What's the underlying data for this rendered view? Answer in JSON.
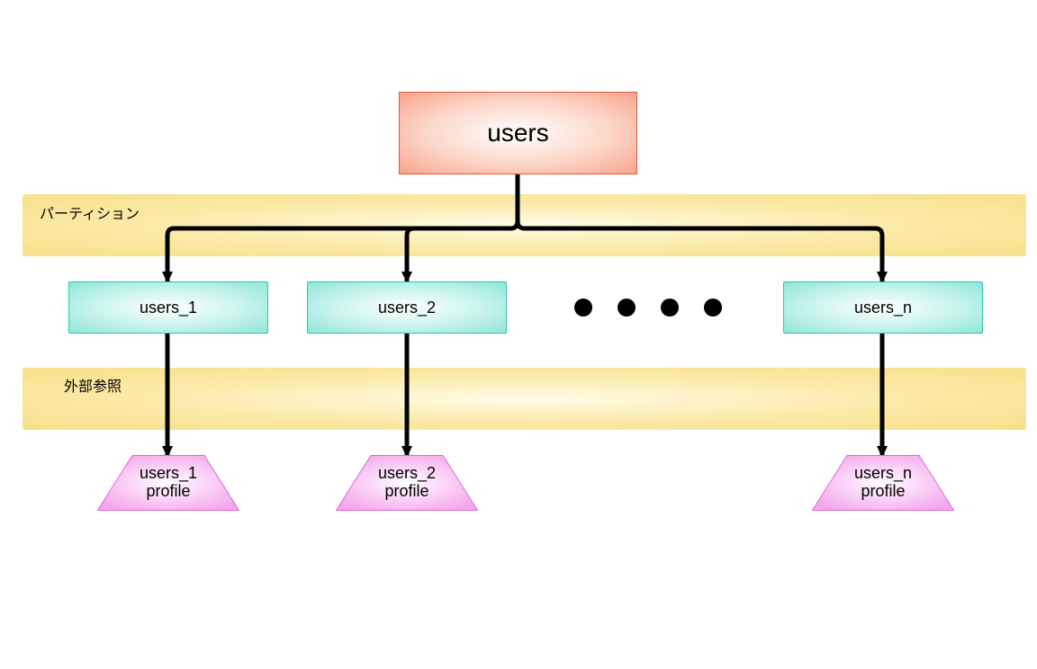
{
  "root": {
    "label": "users"
  },
  "bands": {
    "partition_label": "パーティション",
    "external_ref_label": "外部参照"
  },
  "partitions": [
    {
      "label": "users_1"
    },
    {
      "label": "users_2"
    },
    {
      "label": "users_n"
    }
  ],
  "ellipsis_dot_count": 4,
  "external_refs": [
    {
      "line1": "users_1",
      "line2": "profile"
    },
    {
      "line1": "users_2",
      "line2": "profile"
    },
    {
      "line1": "users_n",
      "line2": "profile"
    }
  ],
  "colors": {
    "root_border": "#e8553c",
    "partition_border": "#2cc4b0",
    "external_fill": "#f7bdf2",
    "external_border": "#e06ad6",
    "band_fill": "#f7df8a",
    "connector": "#000000"
  }
}
